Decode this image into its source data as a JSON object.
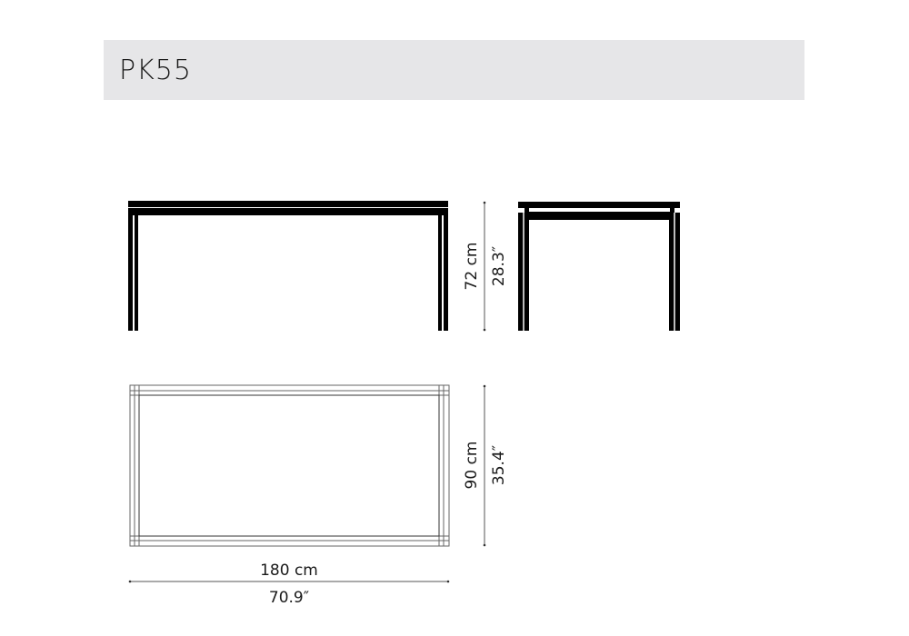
{
  "header": {
    "title": "PK55"
  },
  "dimensions": {
    "height_cm": "72 cm",
    "height_in": "28.3″",
    "depth_cm": "90 cm",
    "depth_in": "35.4″",
    "width_cm": "180 cm",
    "width_in": "70.9″"
  },
  "colors": {
    "header_bg": "#e6e6e8",
    "line": "#000000",
    "plan_line": "#666666"
  }
}
